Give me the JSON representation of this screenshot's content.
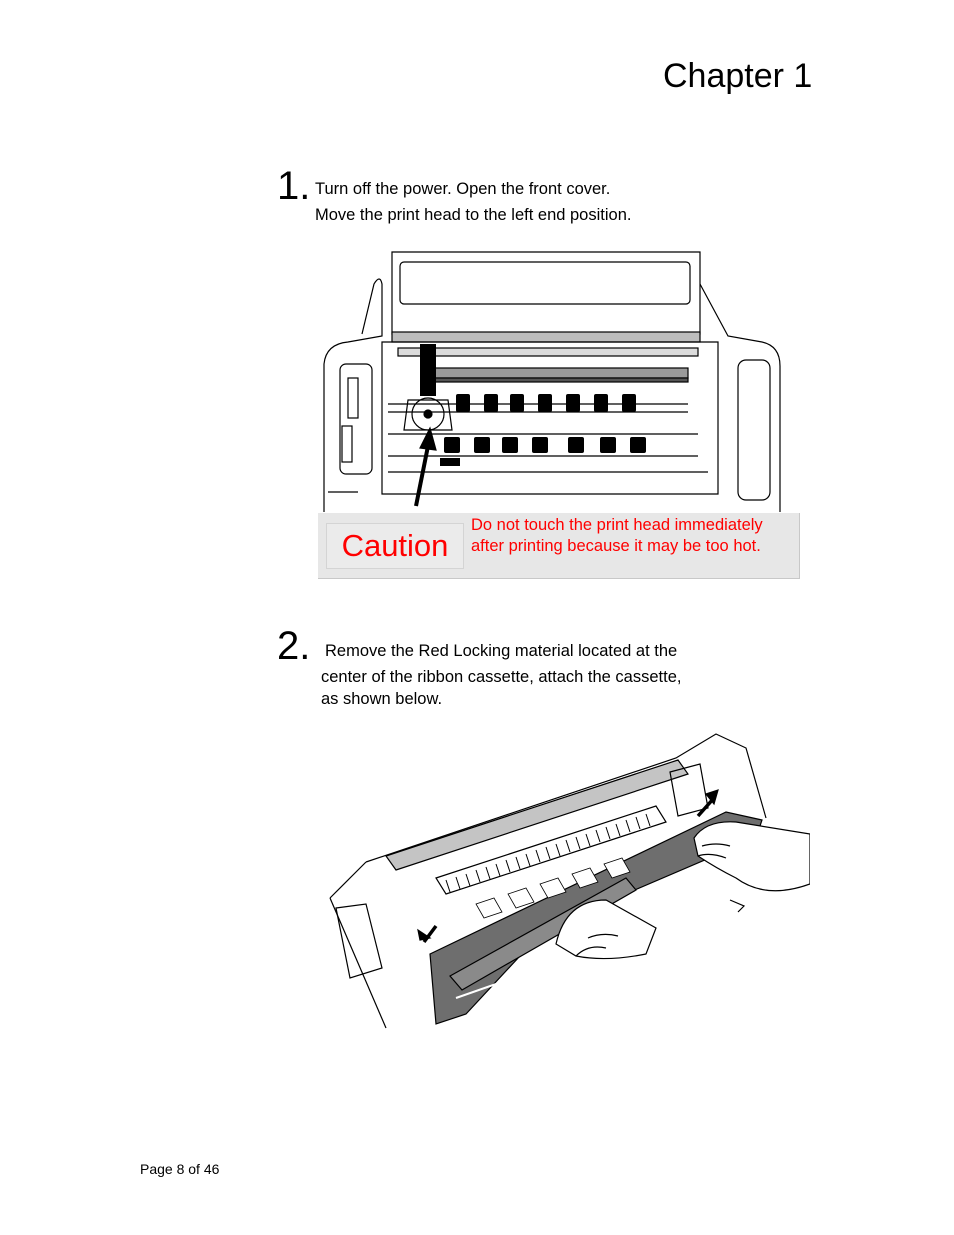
{
  "header": {
    "chapter": "Chapter 1"
  },
  "steps": [
    {
      "number": "1.",
      "lines": [
        "Turn off the power. Open the front cover.",
        "Move the print head to the left end position."
      ]
    },
    {
      "number": "2.",
      "lines": [
        "Remove the Red Locking material located at the",
        "center of the ribbon cassette, attach the cassette,",
        "as shown below."
      ]
    }
  ],
  "caution": {
    "label": "Caution",
    "text": "Do not touch the print head immediately after printing because it may be too hot."
  },
  "colors": {
    "caution_text": "#ff0000",
    "caution_bg": "#e7e7e7"
  },
  "footer": {
    "page": "Page 8 of 46"
  }
}
